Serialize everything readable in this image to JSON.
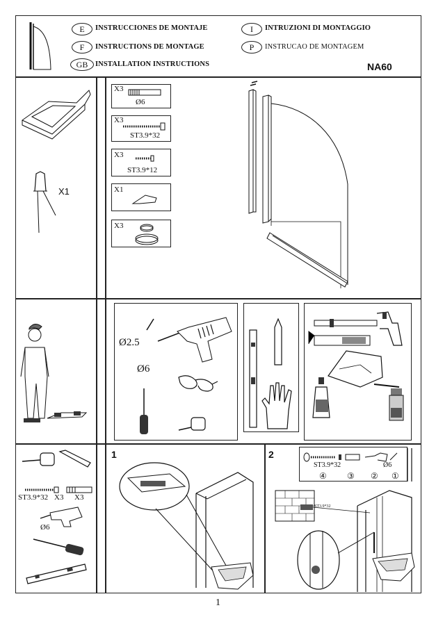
{
  "header": {
    "languages": [
      {
        "code": "E",
        "text": "INSTRUCCIONES DE MONTAJE"
      },
      {
        "code": "F",
        "text": "INSTRUCTIONS DE MONTAGE"
      },
      {
        "code": "GB",
        "text": "INSTALLATION INSTRUCTIONS"
      },
      {
        "code": "I",
        "text": "INTRUZIONI DI MONTAGGIO"
      },
      {
        "code": "P",
        "text": "INSTRUCAO DE MONTAGEM"
      }
    ],
    "model": "NA60"
  },
  "parts": {
    "profile_qty": "X1",
    "items": [
      {
        "qty": "X3",
        "label": "Ø6"
      },
      {
        "qty": "X3",
        "label": "ST3.9*32"
      },
      {
        "qty": "X3",
        "label": "ST3.9*12"
      },
      {
        "qty": "X1",
        "label": ""
      },
      {
        "qty": "X3",
        "label": ""
      }
    ]
  },
  "tools": {
    "drill_bit_small": "Ø2.5",
    "drill_bit_large": "Ø6"
  },
  "left_panel": {
    "screw_label": "ST3.9*32",
    "screw_qty": "X3",
    "plug_qty": "X3",
    "drill_label": "Ø6"
  },
  "steps": [
    {
      "number": "1"
    },
    {
      "number": "2",
      "screw_label": "ST3.9*32",
      "bit_label": "Ø6",
      "order": [
        "④",
        "③",
        "②",
        "①"
      ],
      "callout_label": "ST3.9*32"
    }
  ],
  "footer": {
    "page_number": "1"
  }
}
